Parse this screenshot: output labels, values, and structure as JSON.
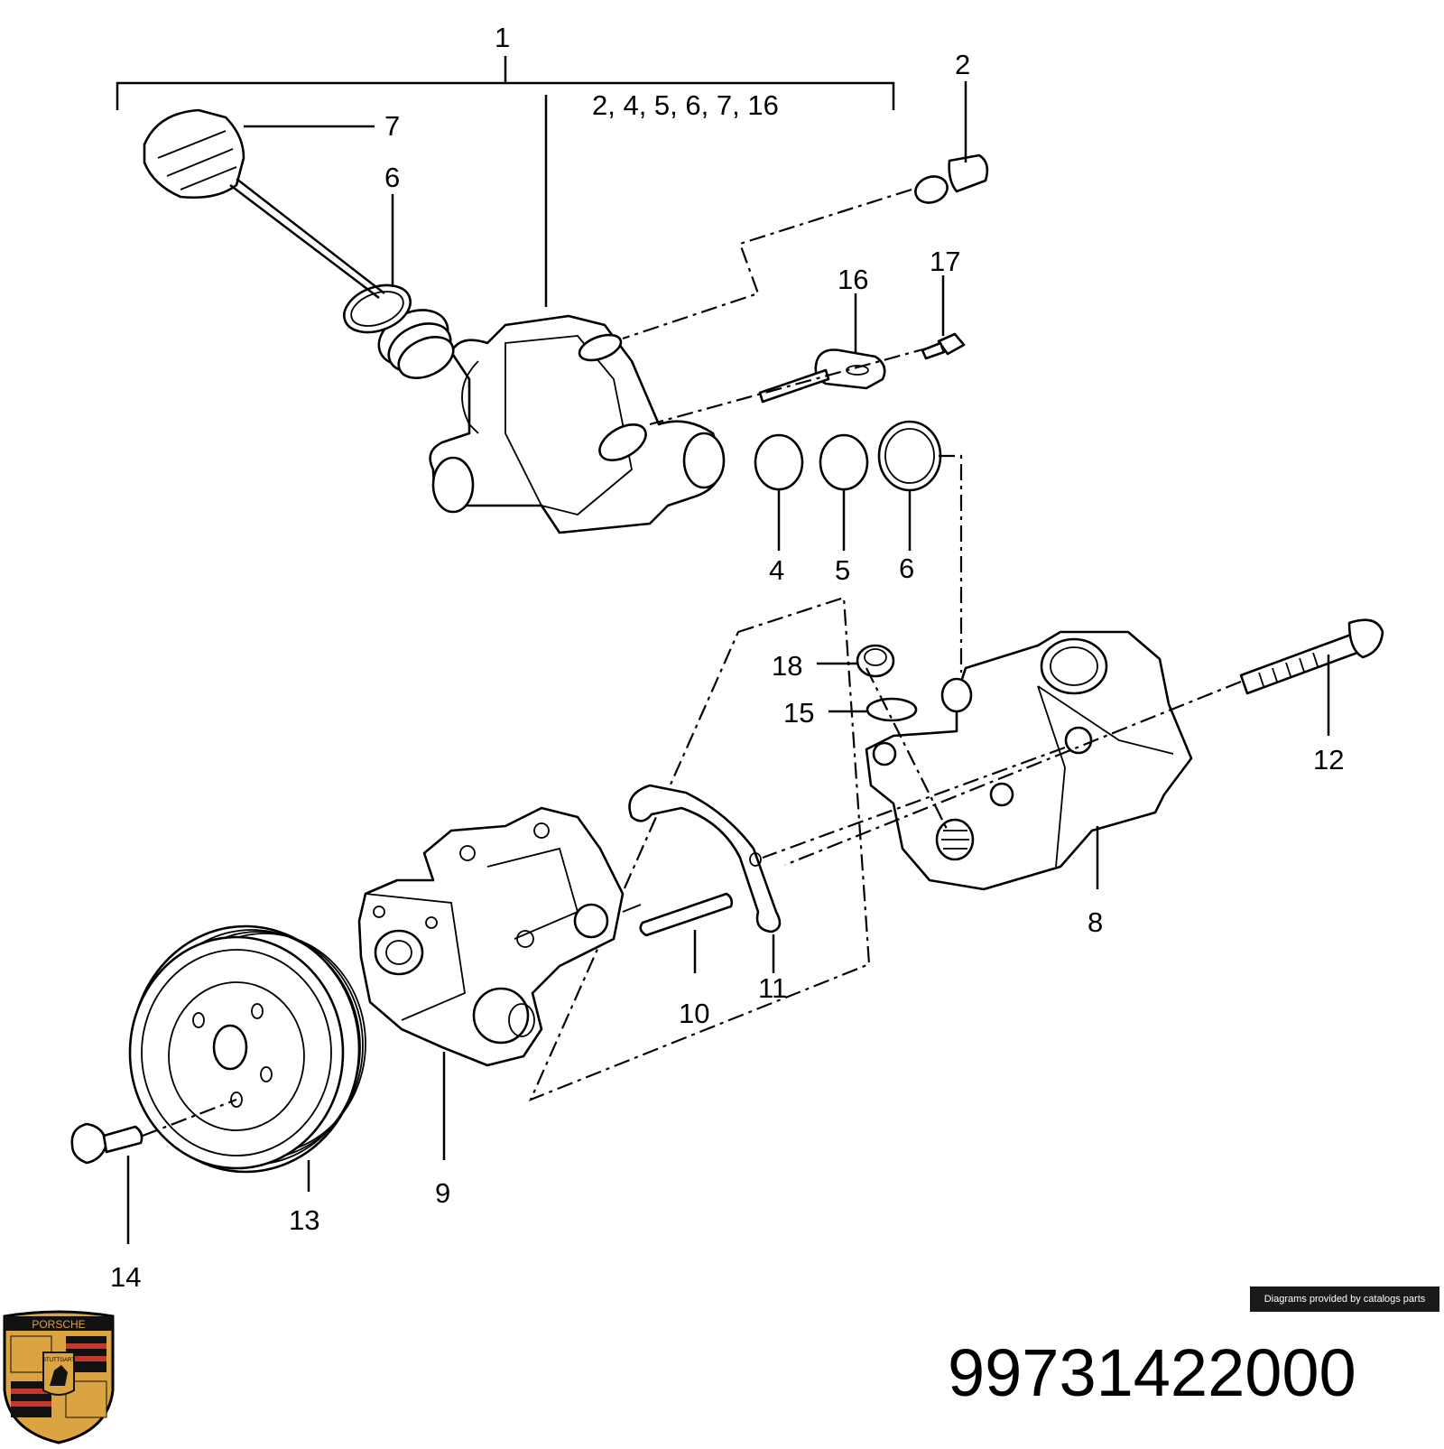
{
  "callouts": {
    "c1": "1",
    "c2_top": "2",
    "group_list": "2, 4, 5, 6, 7, 16",
    "c7": "7",
    "c6_top": "6",
    "c16": "16",
    "c17": "17",
    "c4": "4",
    "c5": "5",
    "c6_bottom": "6",
    "c18": "18",
    "c15": "15",
    "c12": "12",
    "c8": "8",
    "c10": "10",
    "c11": "11",
    "c9": "9",
    "c13": "13",
    "c14": "14"
  },
  "banner": "Diagrams provided by catalogs parts",
  "part_number": "99731422000",
  "logo": {
    "text": "PORSCHE",
    "sub": "STUTTGART",
    "colors": {
      "gold": "#d9a441",
      "red": "#c0392b",
      "black": "#111111"
    }
  }
}
